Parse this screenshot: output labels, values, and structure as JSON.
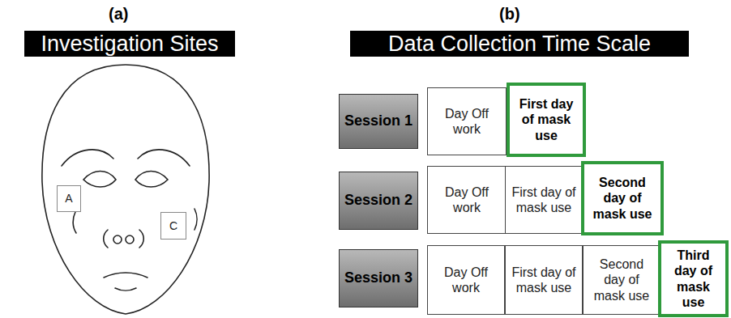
{
  "diagram": {
    "nodes": [
      {
        "text": [
          "Investigation Sites"
        ]
      },
      {
        "text": [
          "Data Collection Time Scale"
        ]
      },
      {
        "text": [
          "A"
        ]
      },
      {
        "text": [
          "C"
        ]
      },
      {
        "text": [
          "Session 1"
        ]
      },
      {
        "text": [
          "Day Off work"
        ]
      },
      {
        "text": [
          "First day of mask use"
        ]
      },
      {
        "text": [
          "Session 2"
        ]
      },
      {
        "text": [
          "Day Off work"
        ]
      },
      {
        "text": [
          "First day of mask use"
        ]
      },
      {
        "text": [
          "Second day of mask use"
        ]
      },
      {
        "text": [
          "Session 3"
        ]
      },
      {
        "text": [
          "Day Off work"
        ]
      },
      {
        "text": [
          "First day of mask use"
        ]
      },
      {
        "text": [
          "Second day of mask use"
        ]
      },
      {
        "text": [
          "Third day of mask use"
        ]
      }
    ],
    "edges": [],
    "labels": [
      "(a)",
      "(b)"
    ]
  }
}
